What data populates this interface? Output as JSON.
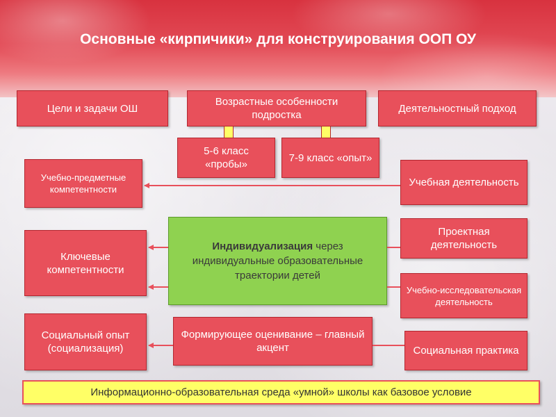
{
  "title": "Основные «кирпичики» для конструирования ООП ОУ",
  "top": {
    "goals": "Цели и задачи ОШ",
    "age": "Возрастные особенности подростка",
    "activity_approach": "Деятельностный подход"
  },
  "grades": {
    "g56": "5-6 класс «пробы»",
    "g79": "7-9 класс «опыт»"
  },
  "left": {
    "subject_competence": "Учебно-предметные компетентности",
    "key_competence": "Ключевые компетентности",
    "social_experience": "Социальный опыт (социализация)"
  },
  "right": {
    "learning_activity": "Учебная деятельность",
    "project_activity": "Проектная деятельность",
    "research_activity": "Учебно-исследовательская деятельность",
    "social_practice": "Социальная практика"
  },
  "center": {
    "individualization_bold": "Индивидуализация",
    "individualization_rest": " через индивидуальные образовательные траектории детей",
    "assessment": "Формирующее оценивание – главный акцент"
  },
  "footer": "Информационно-образовательная среда «умной» школы как базовое условие",
  "colors": {
    "box_fill": "#e8505b",
    "box_border": "#b3262f",
    "center_fill": "#8fd250",
    "footer_fill": "#ffff66",
    "arrow": "#e8505b"
  }
}
